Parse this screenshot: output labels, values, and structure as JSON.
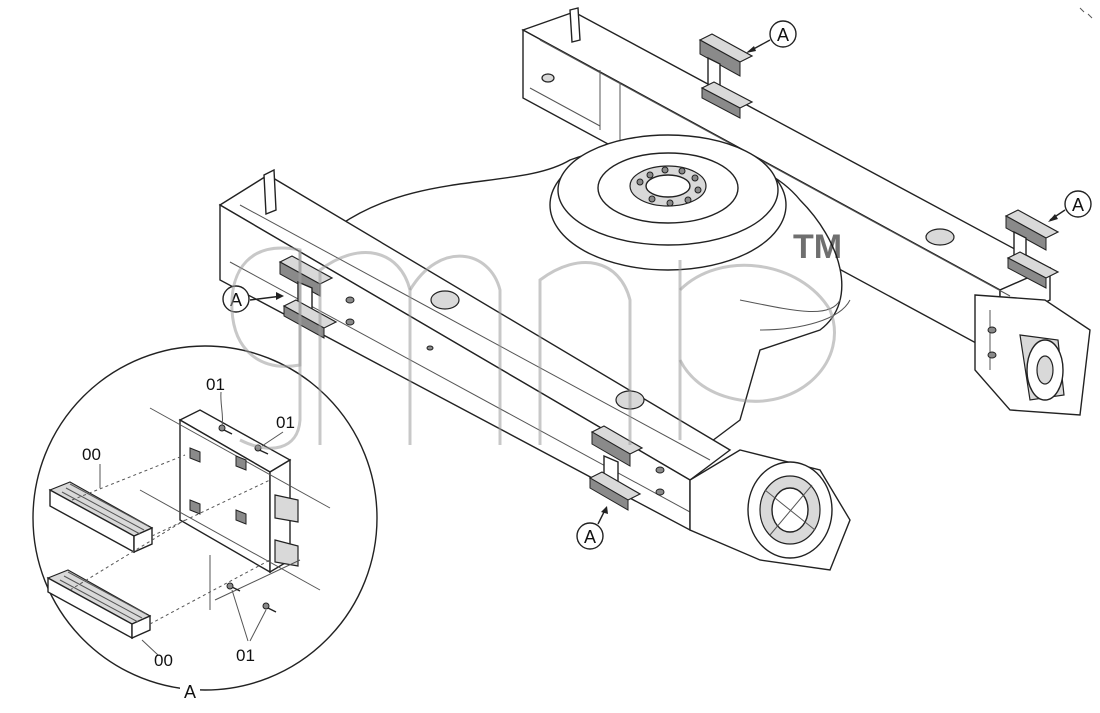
{
  "diagram": {
    "callouts": {
      "top_right_upper": "A",
      "top_right_lower": "A",
      "left_upper": "A",
      "center_bottom": "A"
    },
    "detail": {
      "title": "A",
      "parts": {
        "pad_upper": "00",
        "pad_lower": "00",
        "bolt_upper_left": "01",
        "bolt_upper_right": "01",
        "bolt_bottom": "01"
      }
    },
    "watermark": {
      "text": "gmp",
      "mark": "TM"
    }
  }
}
